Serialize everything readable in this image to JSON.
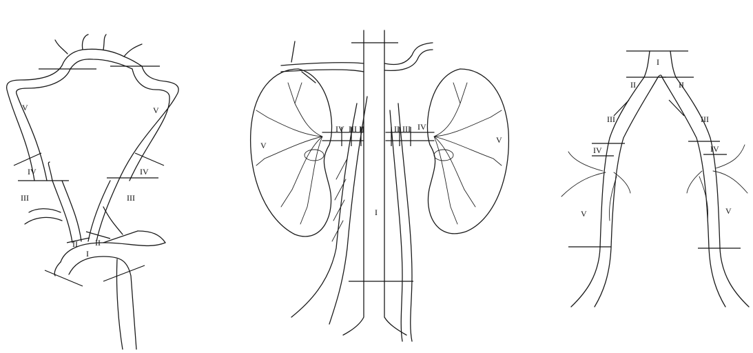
{
  "panels": [
    {
      "name": "aortic-arch-cerebral",
      "labels": {
        "I": "I",
        "II_left": "II",
        "II_right": "II",
        "III_left": "III",
        "III_right": "III",
        "IV_left": "IV",
        "IV_right": "IV",
        "V_left": "V",
        "V_right": "V"
      }
    },
    {
      "name": "renal",
      "labels": {
        "I": "I",
        "II_left": "II",
        "III_left": "III",
        "IV_left": "IV",
        "V_left": "V",
        "II_right": "II",
        "III_right": "III",
        "IV_right": "IV",
        "V_right": "V"
      }
    },
    {
      "name": "iliac",
      "labels": {
        "I": "I",
        "II_left": "II",
        "II_right": "II",
        "III_left": "III",
        "III_right": "III",
        "IV_left": "IV",
        "IV_right": "IV",
        "V_left": "V",
        "V_right": "V"
      }
    }
  ],
  "colors": {
    "line": "#1a1a1a",
    "background": "#ffffff"
  }
}
